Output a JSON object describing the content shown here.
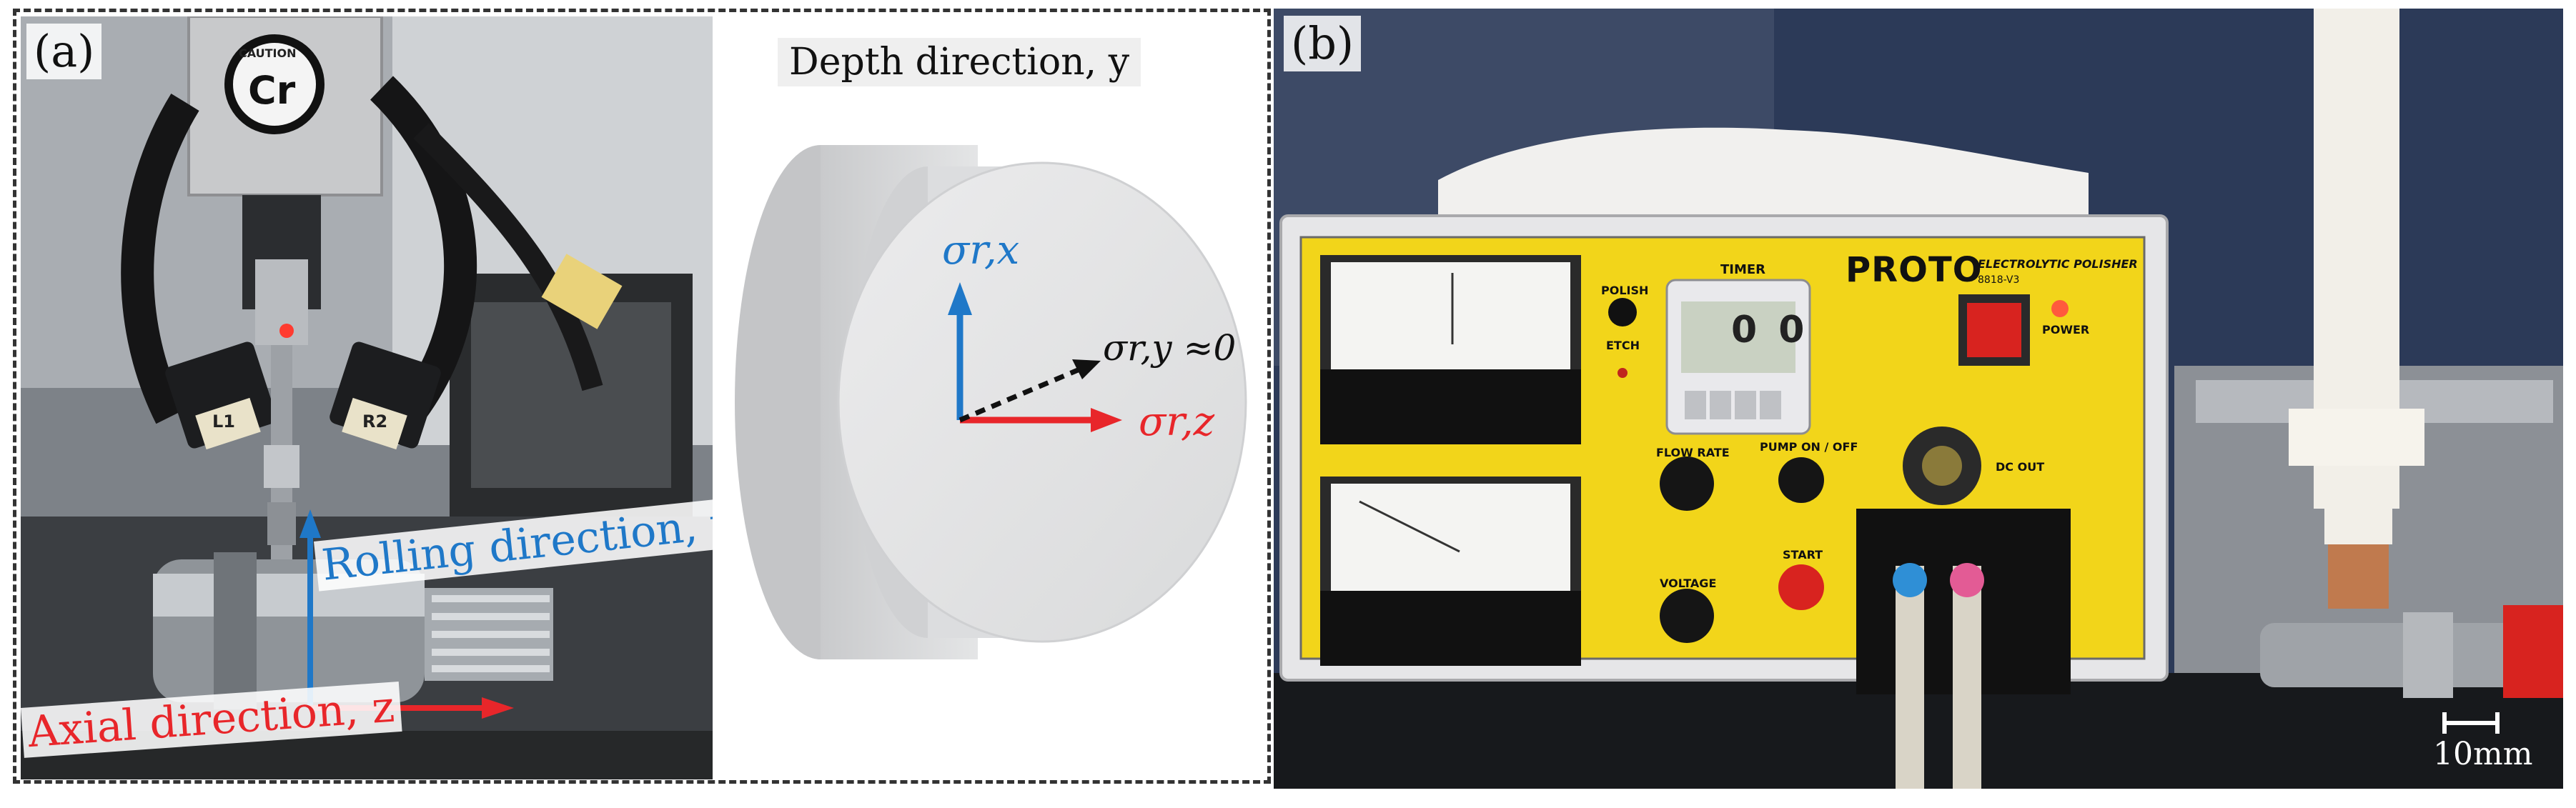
{
  "panel_a": {
    "label": "(a)",
    "detector_labels": {
      "cap_text": "CAUTION",
      "element": "Cr",
      "left_detector": "L1",
      "right_detector": "R2"
    },
    "directions": {
      "rolling": "Rolling direction, x",
      "axial": "Axial direction, z",
      "depth": "Depth direction, y"
    },
    "stresses": {
      "sigma_rx": "σr,x",
      "sigma_ry": "σr,y ≈0",
      "sigma_rz": "σr,z"
    },
    "colors": {
      "blue": "#1f78c8",
      "red": "#e8262a",
      "black": "#111111"
    }
  },
  "panel_b": {
    "label": "(b)",
    "device": {
      "brand": "PROTO",
      "subtitle": "ELECTROLYTIC POLISHER",
      "model": "8818-V3",
      "timer_label": "TIMER",
      "timer_digits": "0 0",
      "polish": "POLISH",
      "etch": "ETCH",
      "flow_rate": "FLOW RATE",
      "pump": "PUMP ON / OFF",
      "voltage": "VOLTAGE",
      "start": "START",
      "power": "POWER",
      "dc_out": "DC OUT"
    },
    "scale_bar": "10mm",
    "colors": {
      "panel": "#f2d51a",
      "housing": "#e8e8ea",
      "power_button": "#d8231f"
    }
  }
}
